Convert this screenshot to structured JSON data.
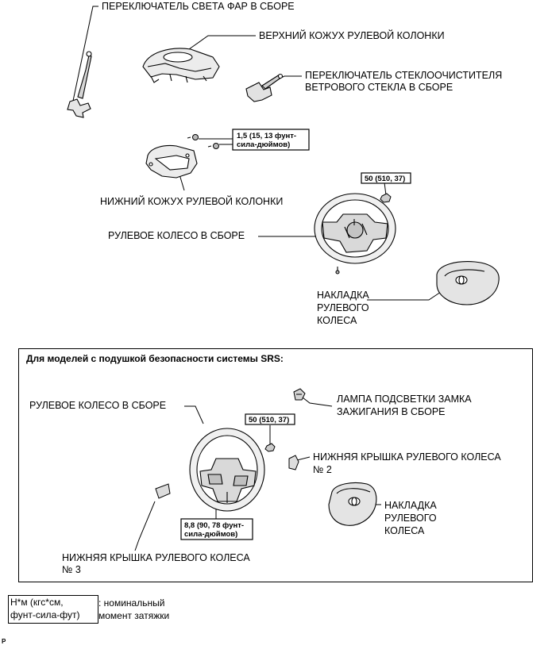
{
  "labels": {
    "headlight_switch": "ПЕРЕКЛЮЧАТЕЛЬ СВЕТА ФАР В СБОРЕ",
    "upper_cover": "ВЕРХНИЙ КОЖУХ РУЛЕВОЙ КОЛОНКИ",
    "wiper_switch_l1": "ПЕРЕКЛЮЧАТЕЛЬ СТЕКЛООЧИСТИТЕЛЯ",
    "wiper_switch_l2": "ВЕТРОВОГО СТЕКЛА В СБОРЕ",
    "lower_cover": "НИЖНИЙ КОЖУХ РУЛЕВОЙ КОЛОНКИ",
    "steering_wheel": "РУЛЕВОЕ КОЛЕСО В СБОРЕ",
    "pad_l1": "НАКЛАДКА",
    "pad_l2": "РУЛЕВОГО",
    "pad_l3": "КОЛЕСА"
  },
  "torques": {
    "screw_l1": "1,5 (15, 13 фунт-",
    "screw_l2": "сила-дюймов)",
    "nut": "50 (510, 37)"
  },
  "srs": {
    "title": "Для моделей с подушкой безопасности системы SRS:",
    "steering_wheel": "РУЛЕВОЕ КОЛЕСО В СБОРЕ",
    "lamp_l1": "ЛАМПА ПОДСВЕТКИ ЗАМКА",
    "lamp_l2": "ЗАЖИГАНИЯ В СБОРЕ",
    "cover2_l1": "НИЖНЯЯ КРЫШКА РУЛЕВОГО КОЛЕСА",
    "cover2_l2": "№ 2",
    "pad_l1": "НАКЛАДКА",
    "pad_l2": "РУЛЕВОГО",
    "pad_l3": "КОЛЕСА",
    "cover3_l1": "НИЖНЯЯ КРЫШКА РУЛЕВОГО КОЛЕСА",
    "cover3_l2": "№ 3",
    "nut_torque": "50 (510, 37)",
    "screw_torque_l1": "8,8 (90, 78 фунт-",
    "screw_torque_l2": "сила-дюймов)"
  },
  "legend": {
    "box_l1": "Н*м (кгс*см,",
    "box_l2": "фунт-сила-фут)",
    "text_l1": ": номинальный",
    "text_l2": "момент затяжки"
  },
  "corner_code": "P"
}
